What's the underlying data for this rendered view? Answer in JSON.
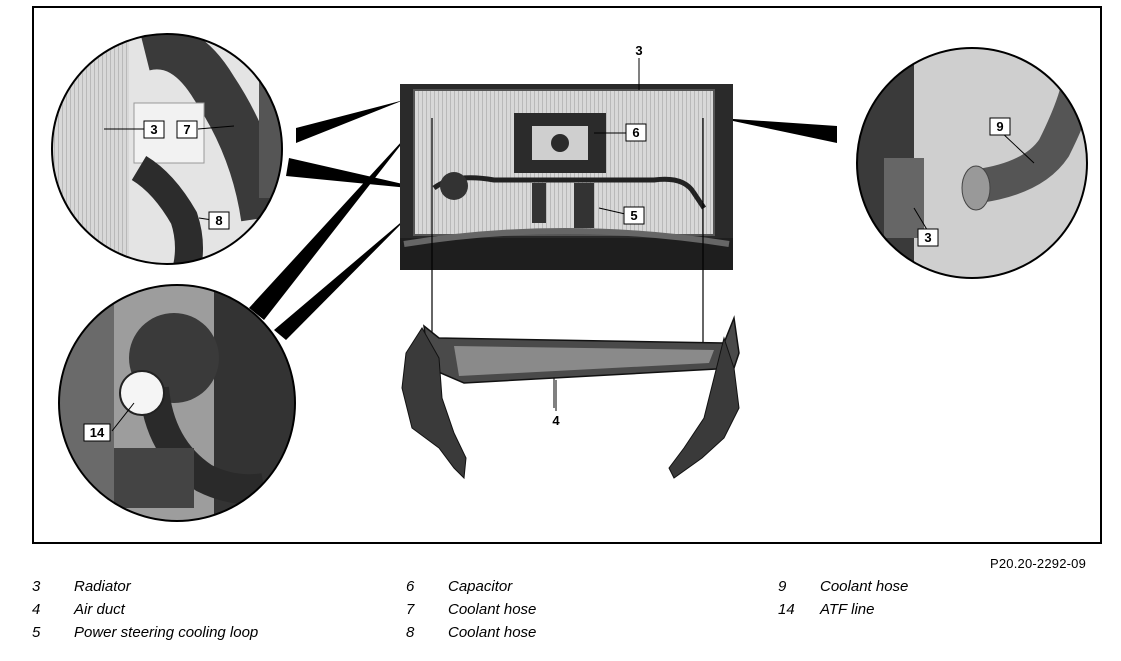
{
  "figure": {
    "id": "P20.20-2292-09",
    "callouts": {
      "main_radiator": "3",
      "capacitor": "6",
      "power_steering_loop": "5",
      "air_duct": "4",
      "left_detail_radiator": "3",
      "left_detail_hose7": "7",
      "left_detail_hose8": "8",
      "right_detail_hose9": "9",
      "right_detail_radiator": "3",
      "lower_detail_atf": "14"
    }
  },
  "legend": [
    {
      "num": "3",
      "label": "Radiator"
    },
    {
      "num": "4",
      "label": "Air duct"
    },
    {
      "num": "5",
      "label": "Power steering cooling loop"
    },
    {
      "num": "6",
      "label": "Capacitor"
    },
    {
      "num": "7",
      "label": "Coolant hose"
    },
    {
      "num": "8",
      "label": "Coolant hose"
    },
    {
      "num": "9",
      "label": "Coolant hose"
    },
    {
      "num": "14",
      "label": "ATF line"
    }
  ]
}
